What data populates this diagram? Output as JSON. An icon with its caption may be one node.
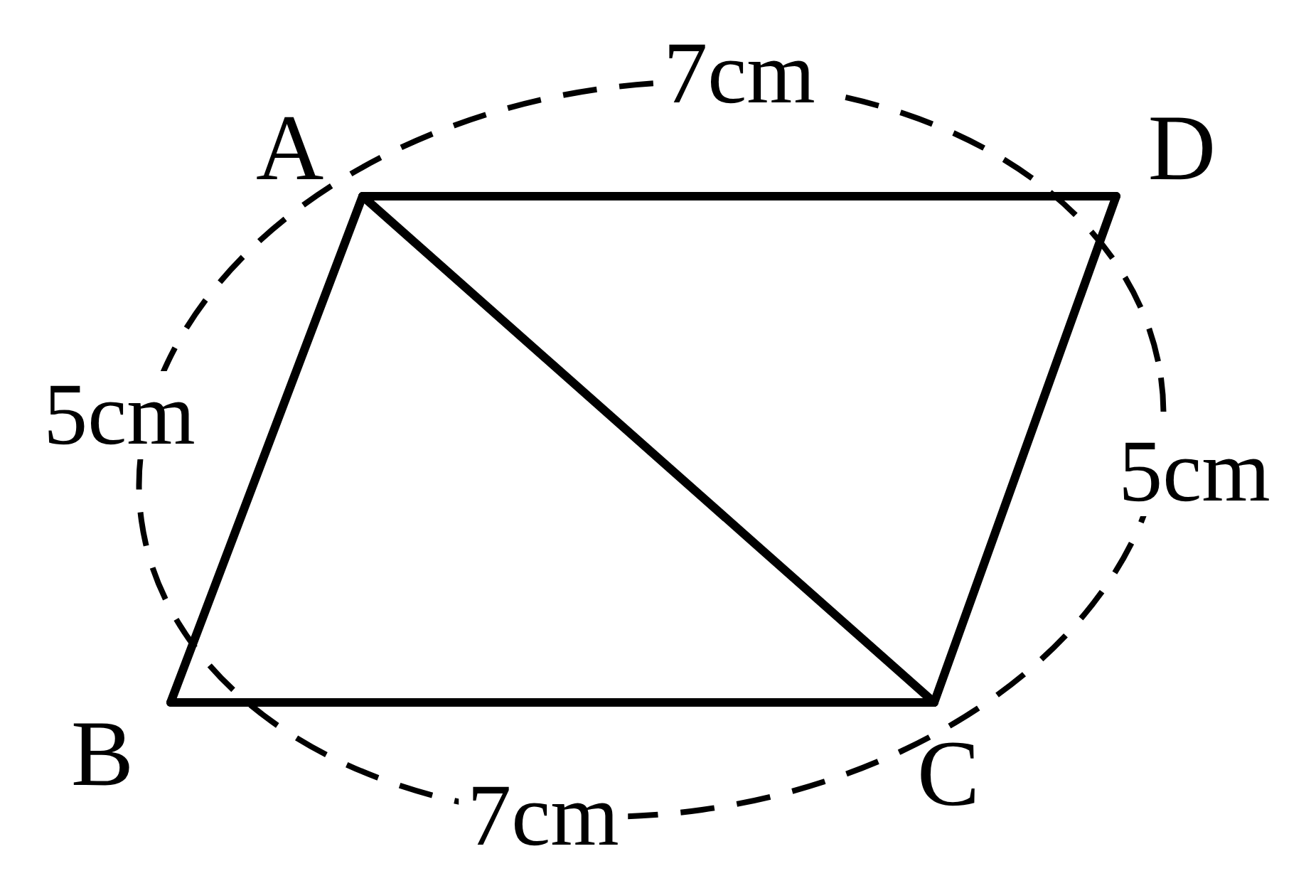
{
  "diagram": {
    "nodes": [
      {
        "text": [
          "A"
        ]
      },
      {
        "text": [
          "D"
        ]
      },
      {
        "text": [
          "B"
        ]
      },
      {
        "text": [
          "C"
        ]
      }
    ],
    "edges": [
      {
        "from": 0,
        "to": 1,
        "arrow": "none"
      },
      {
        "from": 0,
        "to": 2,
        "arrow": "none"
      },
      {
        "from": 0,
        "to": 3,
        "arrow": "none"
      },
      {
        "from": 2,
        "to": 3,
        "arrow": "none"
      },
      {
        "from": 1,
        "to": 3,
        "arrow": "none"
      }
    ],
    "labels": [
      "7cm",
      "5cm",
      "5cm",
      "7cm"
    ]
  }
}
